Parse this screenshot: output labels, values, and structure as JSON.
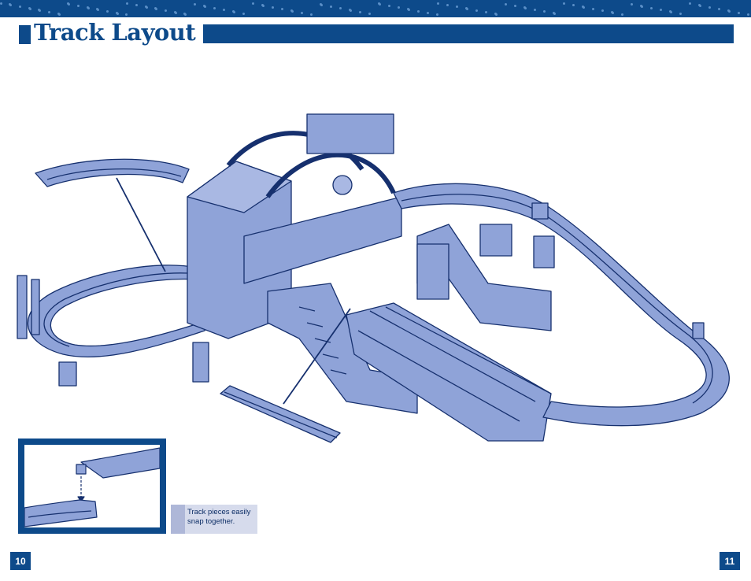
{
  "page": {
    "title": "Track Layout",
    "caption": "Track pieces easily snap together.",
    "page_left": "10",
    "page_right": "11"
  },
  "colors": {
    "brand_blue": "#0d4a8a",
    "illustration_fill": "#8fa3d8",
    "illustration_stroke": "#16306e",
    "caption_bg": "#d6dbec"
  },
  "illustration": {
    "subject": "toy train station track layout",
    "callouts": [
      "curved-track-piece",
      "straight-track-piece"
    ]
  }
}
